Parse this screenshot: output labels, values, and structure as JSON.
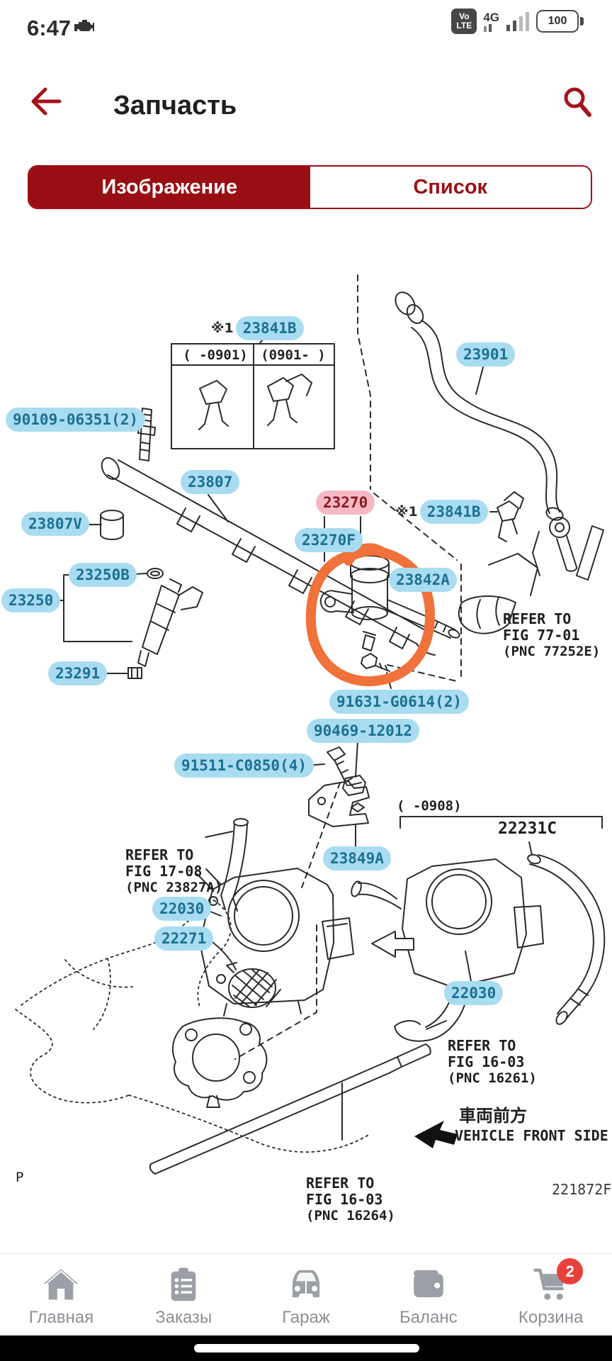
{
  "status_bar": {
    "time": "6:47",
    "network_badge_l1": "Vo",
    "network_badge_l2": "LTE",
    "network_type": "4G",
    "battery_level": "100"
  },
  "header": {
    "title": "Запчасть"
  },
  "tabs": {
    "image_tab": "Изображение",
    "list_tab": "Список"
  },
  "diagram": {
    "note_marker": "※1",
    "parts": {
      "p23841b": "23841B",
      "p23901": "23901",
      "p90109": "90109-06351(2)",
      "p23807": "23807",
      "p23807v": "23807V",
      "p23250b": "23250B",
      "p23250": "23250",
      "p23291": "23291",
      "p23270": "23270",
      "p23270f": "23270F",
      "p23842a": "23842A",
      "p91631": "91631-G0614(2)",
      "p90469": "90469-12012",
      "p91511": "91511-C0850(4)",
      "p23849a": "23849A",
      "p22030": "22030",
      "p22271": "22271",
      "p22231c": "22231C"
    },
    "date_ranges": {
      "top_left": "(  -0901)",
      "top_right": "(0901-  )",
      "mid": "(  -0908)"
    },
    "refs": {
      "fig7701": {
        "l1": "REFER TO",
        "l2": "FIG 77-01",
        "l3": "(PNC 77252E)"
      },
      "fig1708": {
        "l1": "REFER TO",
        "l2": "FIG 17-08",
        "l3": "(PNC 23827A)"
      },
      "fig1603a": {
        "l1": "REFER TO",
        "l2": "FIG 16-03",
        "l3": "(PNC 16261)"
      },
      "fig1603b": {
        "l1": "REFER TO",
        "l2": "FIG 16-03",
        "l3": "(PNC 16264)"
      }
    },
    "front_side": {
      "jp": "車両前方",
      "en": "VEHICLE FRONT SIDE"
    },
    "figure_code": "221872F",
    "page_marker": "P"
  },
  "bottom_nav": {
    "items": [
      {
        "label": "Главная",
        "icon": "home"
      },
      {
        "label": "Заказы",
        "icon": "orders"
      },
      {
        "label": "Гараж",
        "icon": "garage"
      },
      {
        "label": "Баланс",
        "icon": "balance"
      },
      {
        "label": "Корзина",
        "icon": "cart"
      }
    ],
    "cart_badge": "2"
  },
  "colors": {
    "accent_red": "#9c1014",
    "tab_selected_bg": "#990e12",
    "bubble_blue_bg": "#a9dcf1",
    "bubble_blue_text": "#1c7092",
    "bubble_pink_bg": "#f6b9c3",
    "bubble_pink_text": "#8c191e",
    "highlight_orange": "#f0713a",
    "nav_icon_gray": "#9aa0a6",
    "badge_red": "#e8413c"
  }
}
